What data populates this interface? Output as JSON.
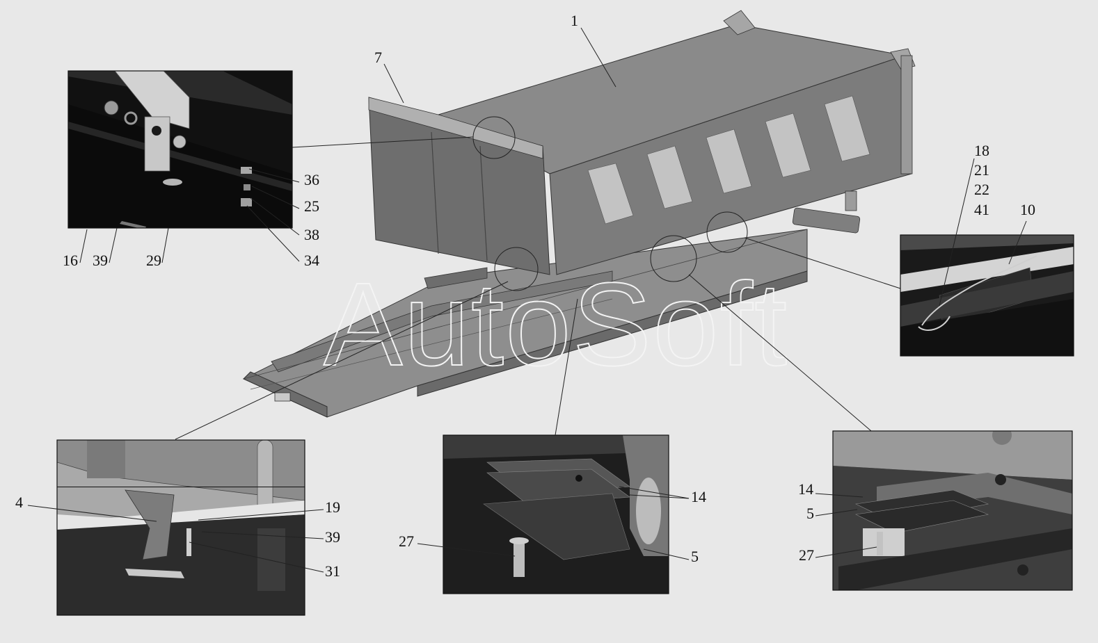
{
  "watermark": "AutoSoft",
  "callouts": {
    "body": "1",
    "tailgate_top": "7",
    "insetA": [
      "36",
      "25",
      "38",
      "34",
      "16",
      "39",
      "29"
    ],
    "insetB": [
      "18",
      "21",
      "22",
      "41",
      "10"
    ],
    "insetC": [
      "4",
      "19",
      "39",
      "31"
    ],
    "insetD": [
      "14",
      "27",
      "5"
    ],
    "insetE": [
      "14",
      "5",
      "27"
    ]
  },
  "colors": {
    "background": "#e8e8e8",
    "body_gray": "#8c8c8c",
    "dark_panel": "#1a1a1a",
    "line": "#222222"
  }
}
